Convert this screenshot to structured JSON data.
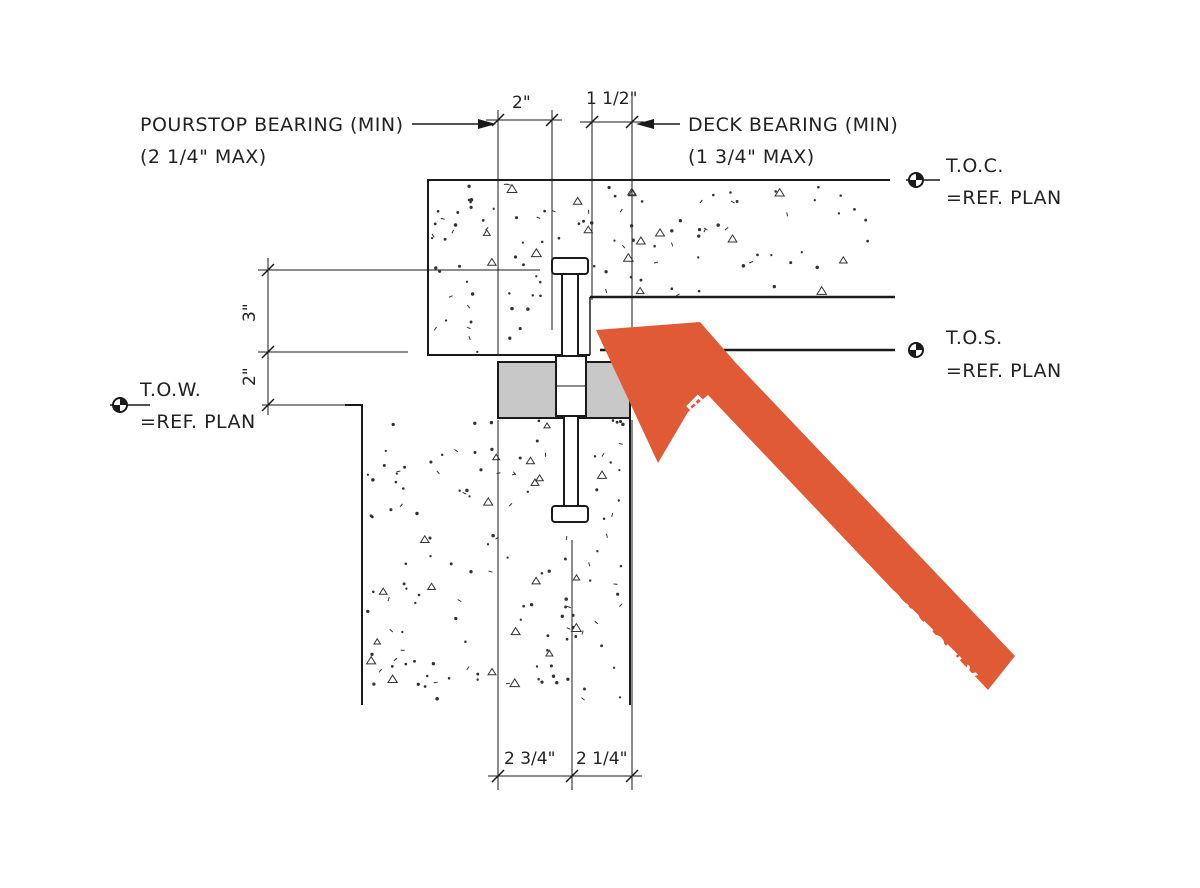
{
  "labels": {
    "pourstop_bearing": "POURSTOP BEARING (MIN)",
    "pourstop_bearing_max": "(2 1/4\" MAX)",
    "deck_bearing": "DECK BEARING (MIN)",
    "deck_bearing_max": "(1 3/4\" MAX)",
    "toc": "T.O.C.",
    "toc_ref": "=REF. PLAN",
    "tos": "T.O.S.",
    "tos_ref": "=REF. PLAN",
    "tow": "T.O.W.",
    "tow_ref": "=REF. PLAN"
  },
  "dimensions": {
    "top_left": "2\"",
    "top_right": "1 1/2\"",
    "left_upper": "3\"",
    "left_lower": "2\"",
    "bottom_left": "2 3/4\"",
    "bottom_right": "2 1/4\""
  },
  "annotation": {
    "text": "BOLTS CONVEY LOAD DIRECTLY",
    "color": "#E05A35"
  },
  "colors": {
    "line": "#1a1a1a",
    "bearing_plate": "#c8c8c8"
  }
}
